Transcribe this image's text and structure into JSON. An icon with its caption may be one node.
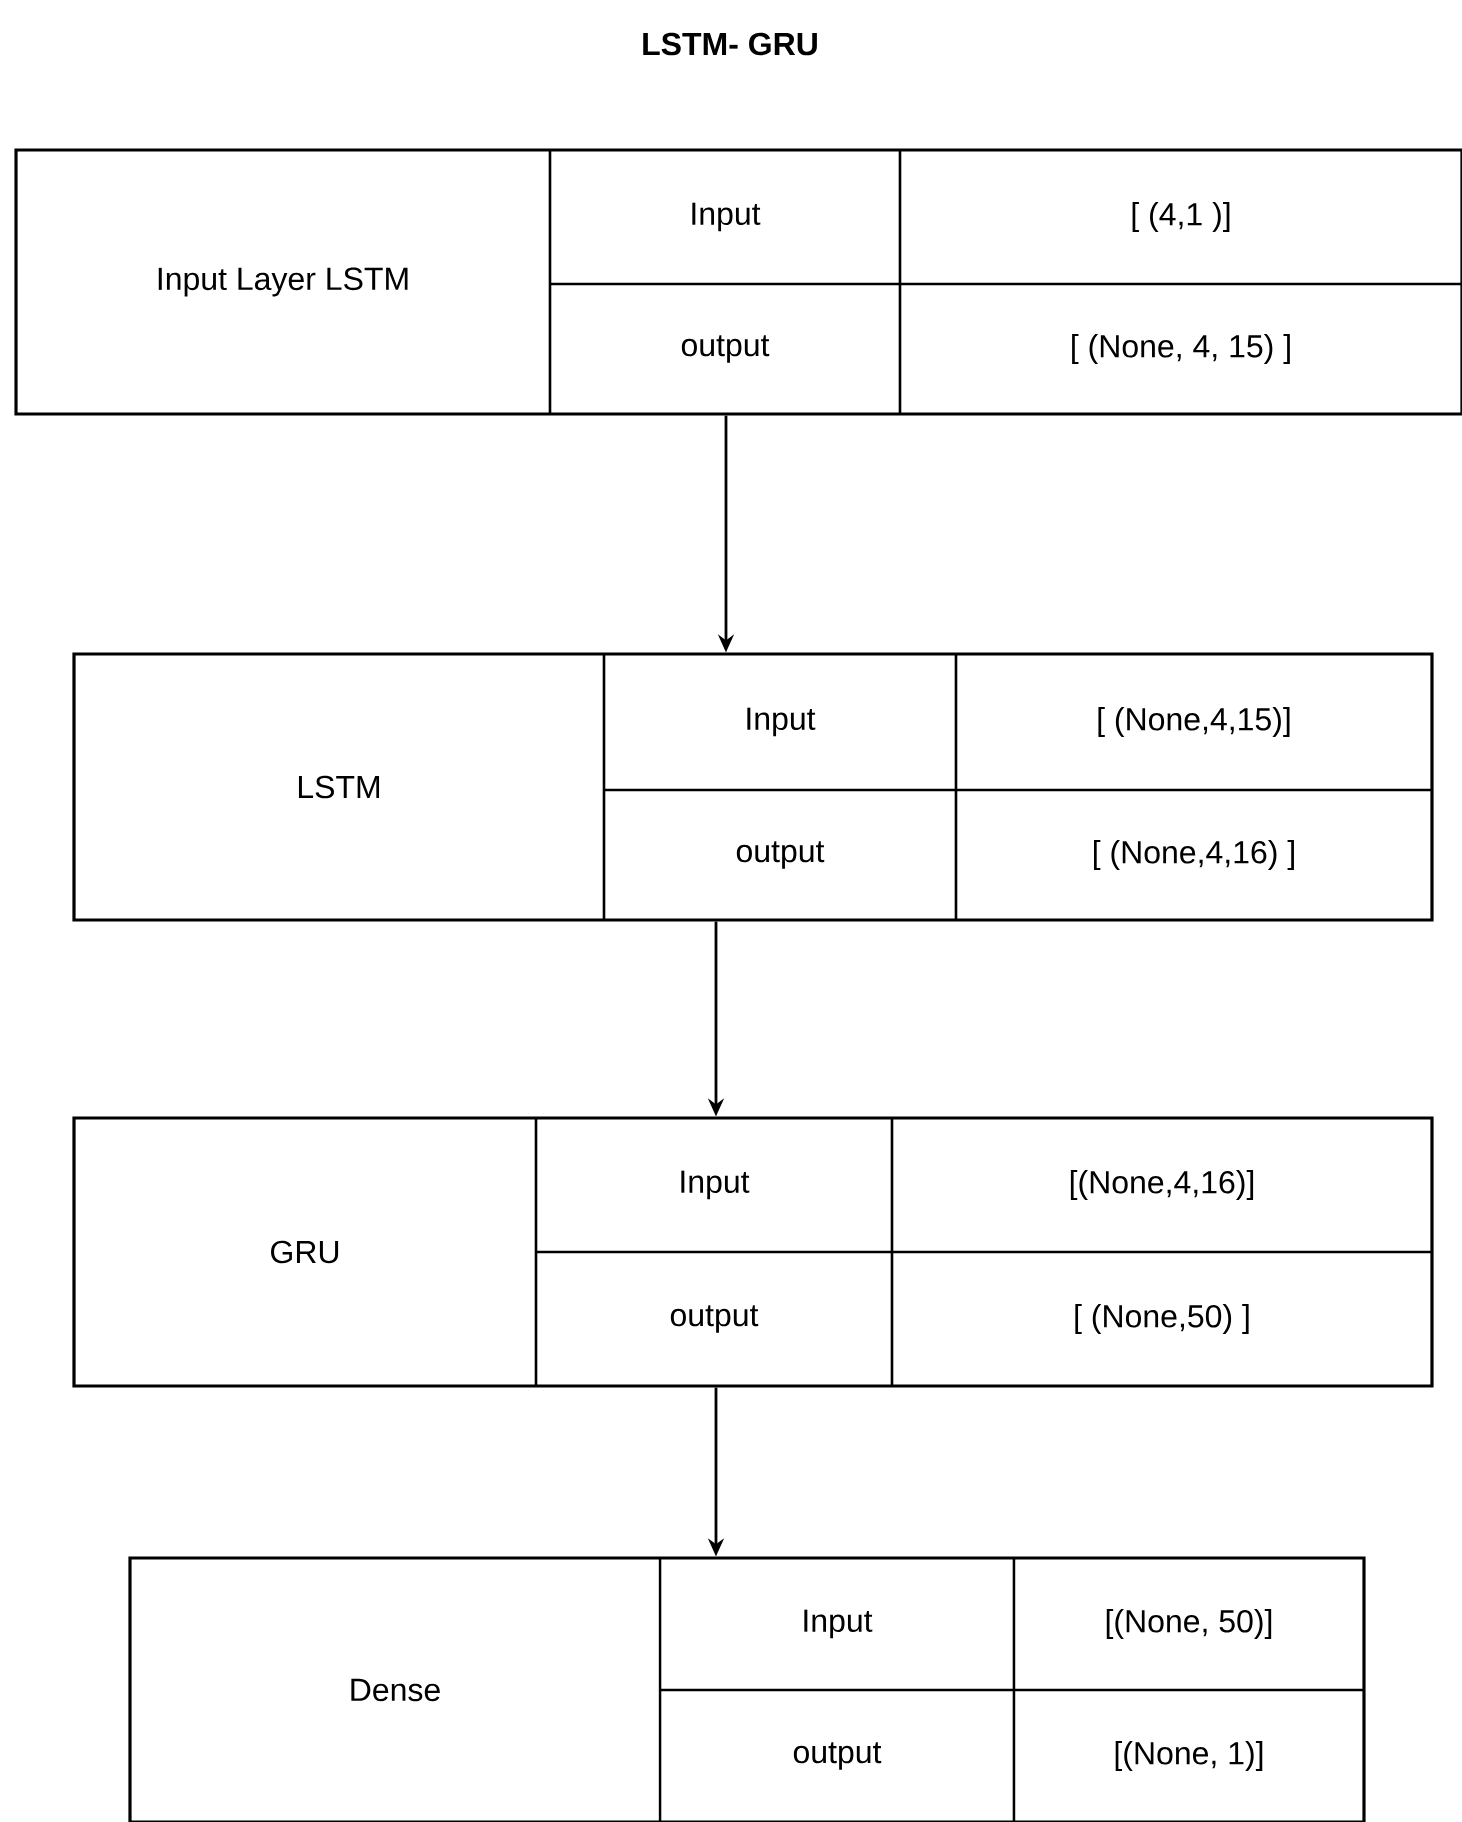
{
  "diagram": {
    "title": "LSTM- GRU",
    "nodes": [
      {
        "text": [
          "Input Layer LSTM",
          "Input",
          "[ (4,1 )]",
          "output",
          "[ (None, 4, 15) ]"
        ]
      },
      {
        "text": [
          "LSTM",
          "Input",
          "[ (None,4,15)]",
          "output",
          "[ (None,4,16) ]"
        ]
      },
      {
        "text": [
          "GRU",
          "Input",
          "[(None,4,16)]",
          "output",
          "[ (None,50) ]"
        ]
      },
      {
        "text": [
          "Dense",
          "Input",
          "[(None, 50)]",
          "output",
          "[(None, 1)]"
        ]
      }
    ],
    "edges": [
      {
        "from": 0,
        "to": 1,
        "arrow": "to"
      },
      {
        "from": 1,
        "to": 2,
        "arrow": "to"
      },
      {
        "from": 2,
        "to": 3,
        "arrow": "to"
      }
    ]
  }
}
